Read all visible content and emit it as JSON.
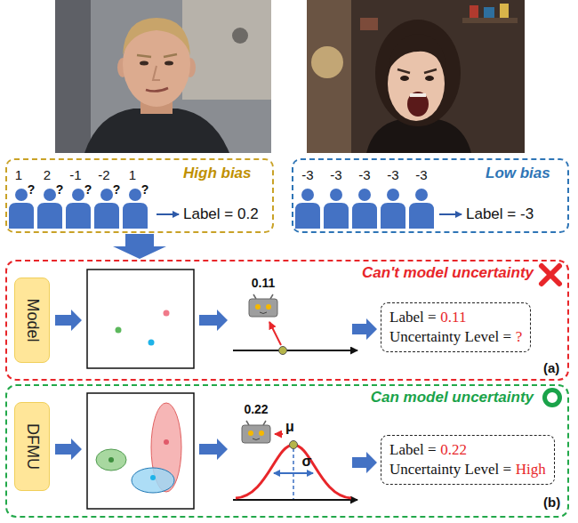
{
  "diagram": {
    "nodes": [
      {
        "text": [
          "High bias",
          "Label = 0.2"
        ]
      },
      {
        "text": [
          "Low bias",
          "Label = -3"
        ]
      },
      {
        "text": [
          "Can't model uncertainty",
          "(a)"
        ]
      },
      {
        "text": [
          "Model"
        ],
        "in": 2
      },
      {
        "text": [
          "Label =",
          "0.11",
          "Uncertainty Level =",
          "?"
        ],
        "in": 2
      },
      {
        "text": [
          "Can model uncertainty",
          "(b)"
        ]
      },
      {
        "text": [
          "DFMU"
        ],
        "in": 5
      },
      {
        "text": [
          "Label =",
          "0.22",
          "Uncertainty Level =",
          "High"
        ],
        "in": 5
      }
    ],
    "edges": [
      {
        "from": 0,
        "to": 2,
        "arrow": "to"
      }
    ],
    "labels": [
      "1",
      "?",
      "2",
      "?",
      "-1",
      "?",
      "-2",
      "?",
      "1",
      "?",
      "-3",
      "-3",
      "-3",
      "-3",
      "-3",
      "0.11",
      "0.22",
      "μ",
      "σ"
    ]
  }
}
